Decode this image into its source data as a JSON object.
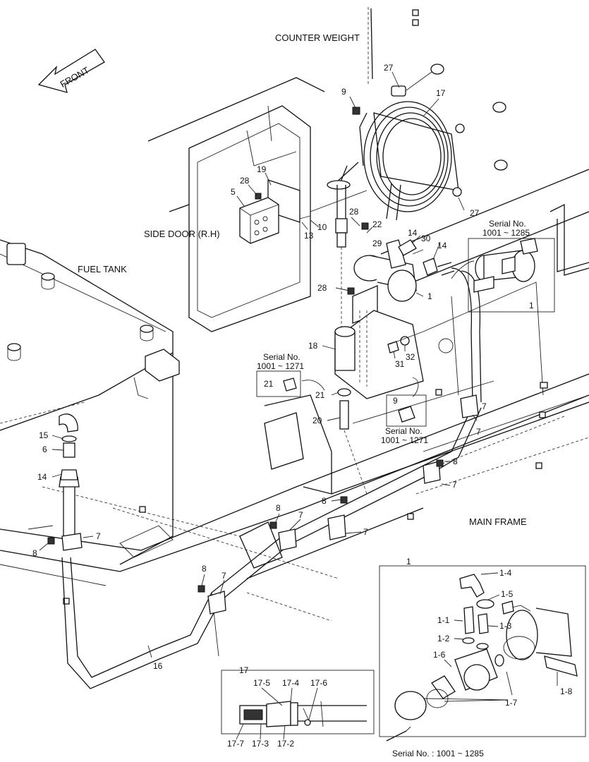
{
  "labels": {
    "counter_weight": "COUNTER WEIGHT",
    "front": "FRONT",
    "side_door": "SIDE DOOR (R.H)",
    "fuel_tank": "FUEL TANK",
    "main_frame": "MAIN FRAME",
    "serial_label": "Serial No.",
    "serial_range_1285": "1001 ~ 1285",
    "serial_range_1271": "1001 ~ 1271",
    "serial_footer": "Serial No. : 1001 ~ 1285"
  },
  "callouts": {
    "c27a": "27",
    "c9": "9",
    "c17": "17",
    "c19": "19",
    "c28a": "28",
    "c5": "5",
    "c10": "10",
    "c13": "13",
    "c28b": "28",
    "c22": "22",
    "c29": "29",
    "c14a": "14",
    "c30": "30",
    "c14b": "14",
    "c27b": "27",
    "c1": "1",
    "c1b": "1",
    "c28c": "28",
    "c18": "18",
    "c31": "31",
    "c32": "32",
    "c21a": "21",
    "c21b": "21",
    "c20": "20",
    "c9b": "9",
    "c15": "15",
    "c6": "6",
    "c14c": "14",
    "c7a": "7",
    "c8a": "8",
    "c8b": "8",
    "c7b": "7",
    "c7c": "7",
    "c7d": "7",
    "c7e": "7",
    "c8c": "8",
    "c8d": "8",
    "c8e": "8",
    "c7f": "7",
    "c7g": "7",
    "c16": "16"
  },
  "inset_pump": {
    "title": "1",
    "labels": [
      "1-4",
      "1-5",
      "1-1",
      "1-3",
      "1-2",
      "1-6",
      "1-7",
      "1-8"
    ]
  },
  "inset_hose": {
    "title": "17",
    "labels": [
      "17-5",
      "17-4",
      "17-6",
      "17-7",
      "17-3",
      "17-2"
    ]
  }
}
